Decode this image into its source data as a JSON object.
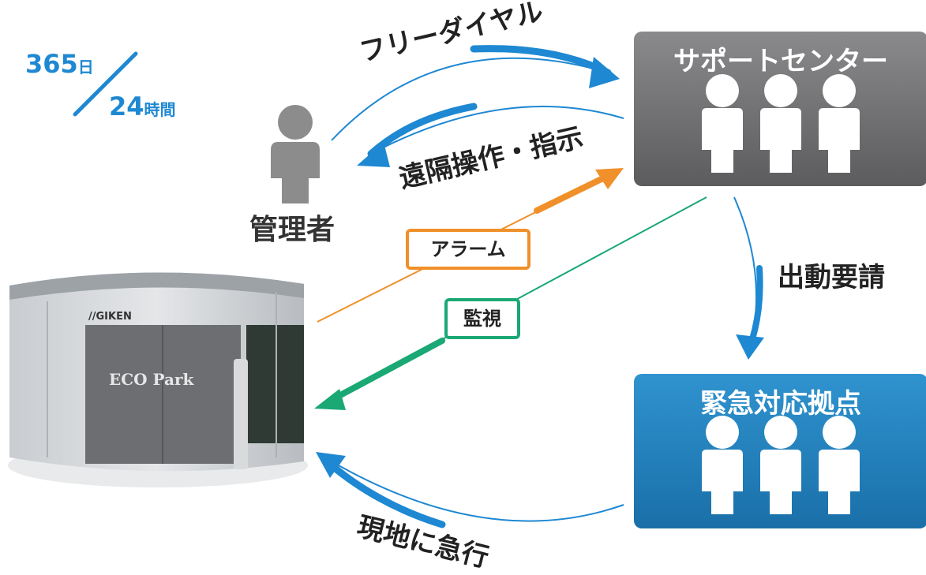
{
  "service_hours": {
    "days": "365",
    "days_unit": "日",
    "hours": "24",
    "hours_unit": "時間"
  },
  "nodes": {
    "manager": {
      "label": "管理者"
    },
    "support_center": {
      "label": "サポートセンター"
    },
    "emergency_base": {
      "label": "緊急対応拠点"
    },
    "parking_facility": {
      "brand": "//GIKEN",
      "name": "ECO Park"
    }
  },
  "flows": {
    "free_dial": "フリーダイヤル",
    "remote_operation": "遠隔操作・指示",
    "alarm": "アラーム",
    "monitoring": "監視",
    "dispatch_request": "出動要請",
    "rush_to_site": "現地に急行"
  },
  "colors": {
    "blue": "#1e88d2",
    "orange": "#f0902a",
    "green": "#1aa875",
    "support_box": "#6e6e70",
    "emergency_box": "#1f7fbd",
    "person_gray": "#8c8c8c"
  }
}
